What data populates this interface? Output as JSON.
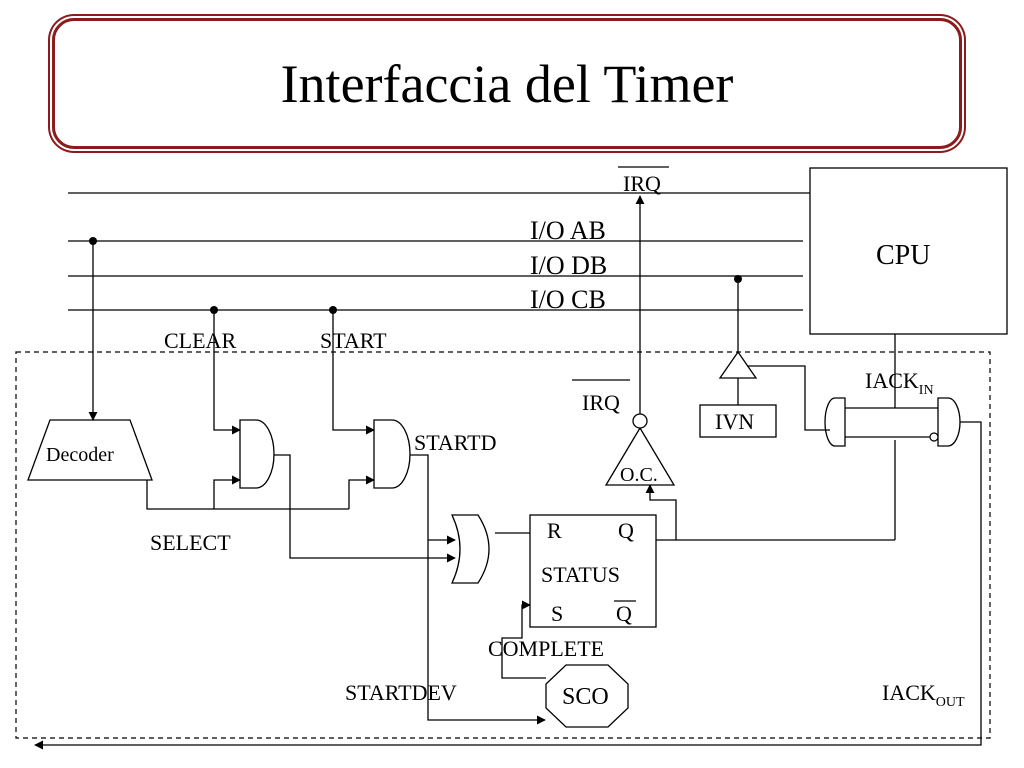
{
  "title": "Interfaccia del Timer",
  "labels": {
    "irq_top": "IRQ",
    "io_ab": "I/O AB",
    "io_db": "I/O DB",
    "io_cb": "I/O CB",
    "cpu": "CPU",
    "clear": "CLEAR",
    "start": "START",
    "iack_in_main": "IACK",
    "iack_in_sub": "IN",
    "irq_inner": "IRQ",
    "ivn": "IVN",
    "decoder": "Decoder",
    "startd": "STARTD",
    "oc": "O.C.",
    "select": "SELECT",
    "status_r": "R",
    "status_q": "Q",
    "status_name": "STATUS",
    "status_s": "S",
    "status_qbar": "Q",
    "complete": "COMPLETE",
    "startdev": "STARTDEV",
    "sco": "SCO",
    "iack_out_main": "IACK",
    "iack_out_sub": "OUT"
  }
}
